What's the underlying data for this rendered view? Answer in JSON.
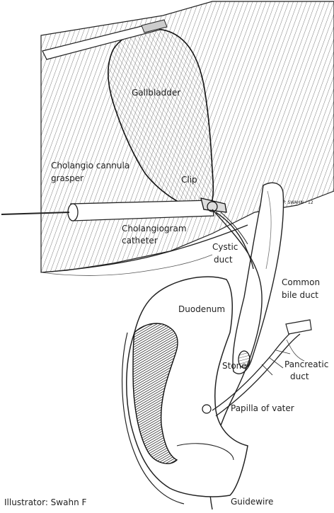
{
  "labels": {
    "gallbladder": "Gallbladder",
    "grasper_line1": "Cholangio cannula",
    "grasper_line2": "grasper",
    "clip": "Clip",
    "catheter_line1": "Cholangiogram",
    "catheter_line2": "catheter",
    "cystic_line1": "Cystic",
    "cystic_line2": "duct",
    "cbd_line1": "Common",
    "cbd_line2": "bile duct",
    "duodenum": "Duodenum",
    "stone": "Stone",
    "pancreatic_line1": "Pancreatic",
    "pancreatic_line2": "duct",
    "papilla": "Papilla of vater",
    "guidewire": "Guidewire",
    "signature": "P. SWAHN - 12"
  },
  "credit": "Illustrator: Swahn F",
  "colors": {
    "line": "#222222",
    "background": "#ffffff"
  }
}
